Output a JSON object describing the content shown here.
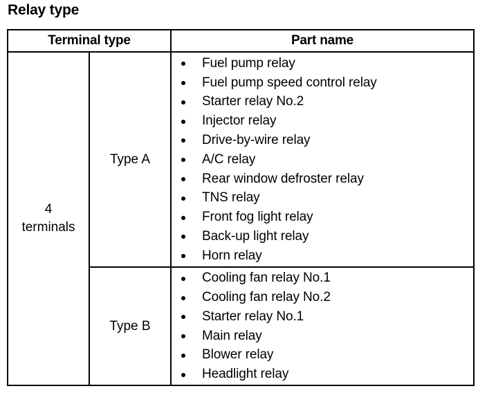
{
  "page": {
    "title": "Relay type",
    "background_color": "#ffffff",
    "text_color": "#000000",
    "border_color": "#000000"
  },
  "table": {
    "headers": [
      {
        "label": "Terminal type",
        "colspan": 2
      },
      {
        "label": "Part name",
        "colspan": 1
      }
    ],
    "terminal_type": "4\nterminals",
    "terminal_type_line1": "4",
    "terminal_type_line2": "terminals",
    "rows": [
      {
        "type_label": "Type A",
        "parts": [
          "Fuel pump relay",
          "Fuel pump speed control relay",
          "Starter relay No.2",
          "Injector relay",
          "Drive-by-wire relay",
          "A/C relay",
          "Rear window defroster relay",
          "TNS relay",
          "Front fog light relay",
          "Back-up light relay",
          "Horn relay"
        ]
      },
      {
        "type_label": "Type B",
        "parts": [
          "Cooling fan relay No.1",
          "Cooling fan relay No.2",
          "Starter relay No.1",
          "Main relay",
          "Blower relay",
          "Headlight relay"
        ]
      }
    ]
  }
}
